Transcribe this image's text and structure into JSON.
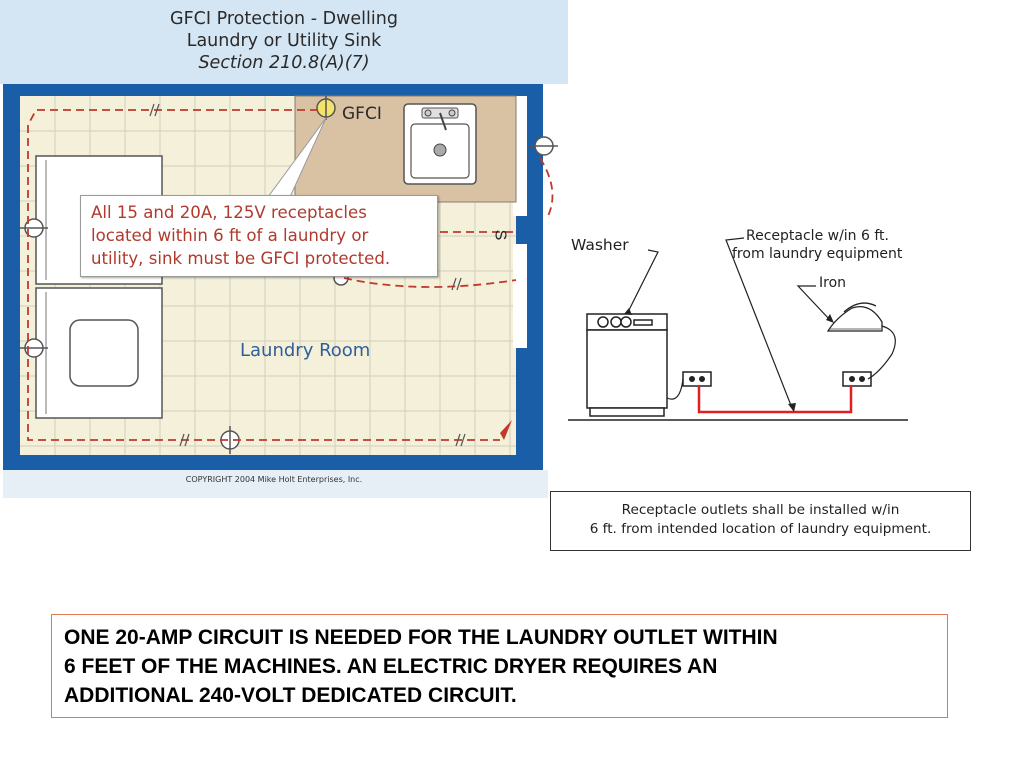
{
  "floor_plan": {
    "title_line1": "GFCI Protection - Dwelling",
    "title_line2": "Laundry or Utility Sink",
    "title_line3": "Section 210.8(A)(7)",
    "gfci_label": "GFCI",
    "callout_line1": "All 15 and 20A, 125V receptacles",
    "callout_line2": "located within 6 ft of a laundry or",
    "callout_line3": "utility, sink must be GFCI protected.",
    "room_label": "Laundry Room",
    "copyright": "COPYRIGHT 2004  Mike Holt Enterprises, Inc.",
    "switch_symbol": "S",
    "colors": {
      "wall": "#1a5ea8",
      "floor": "#f4f0da",
      "sink_area": "#d9c1a4",
      "wiring": "#c0392b",
      "title_bg": "#d4e6f4"
    }
  },
  "washer_diagram": {
    "washer_label": "Washer",
    "receptacle_label_line1": "Receptacle w/in 6 ft.",
    "receptacle_label_line2": "from laundry equipment",
    "iron_label": "Iron",
    "colors": {
      "circuit": "#e02020"
    }
  },
  "note": {
    "line1": "Receptacle outlets shall be installed w/in",
    "line2": "6 ft. from intended location of laundry equipment."
  },
  "circuit_text": {
    "line1": "ONE 20-AMP CIRCUIT IS NEEDED FOR THE LAUNDRY OUTLET WITHIN",
    "line2": "6 FEET OF THE MACHINES.  AN ELECTRIC DRYER REQUIRES AN",
    "line3": "ADDITIONAL 240-VOLT DEDICATED CIRCUIT."
  }
}
